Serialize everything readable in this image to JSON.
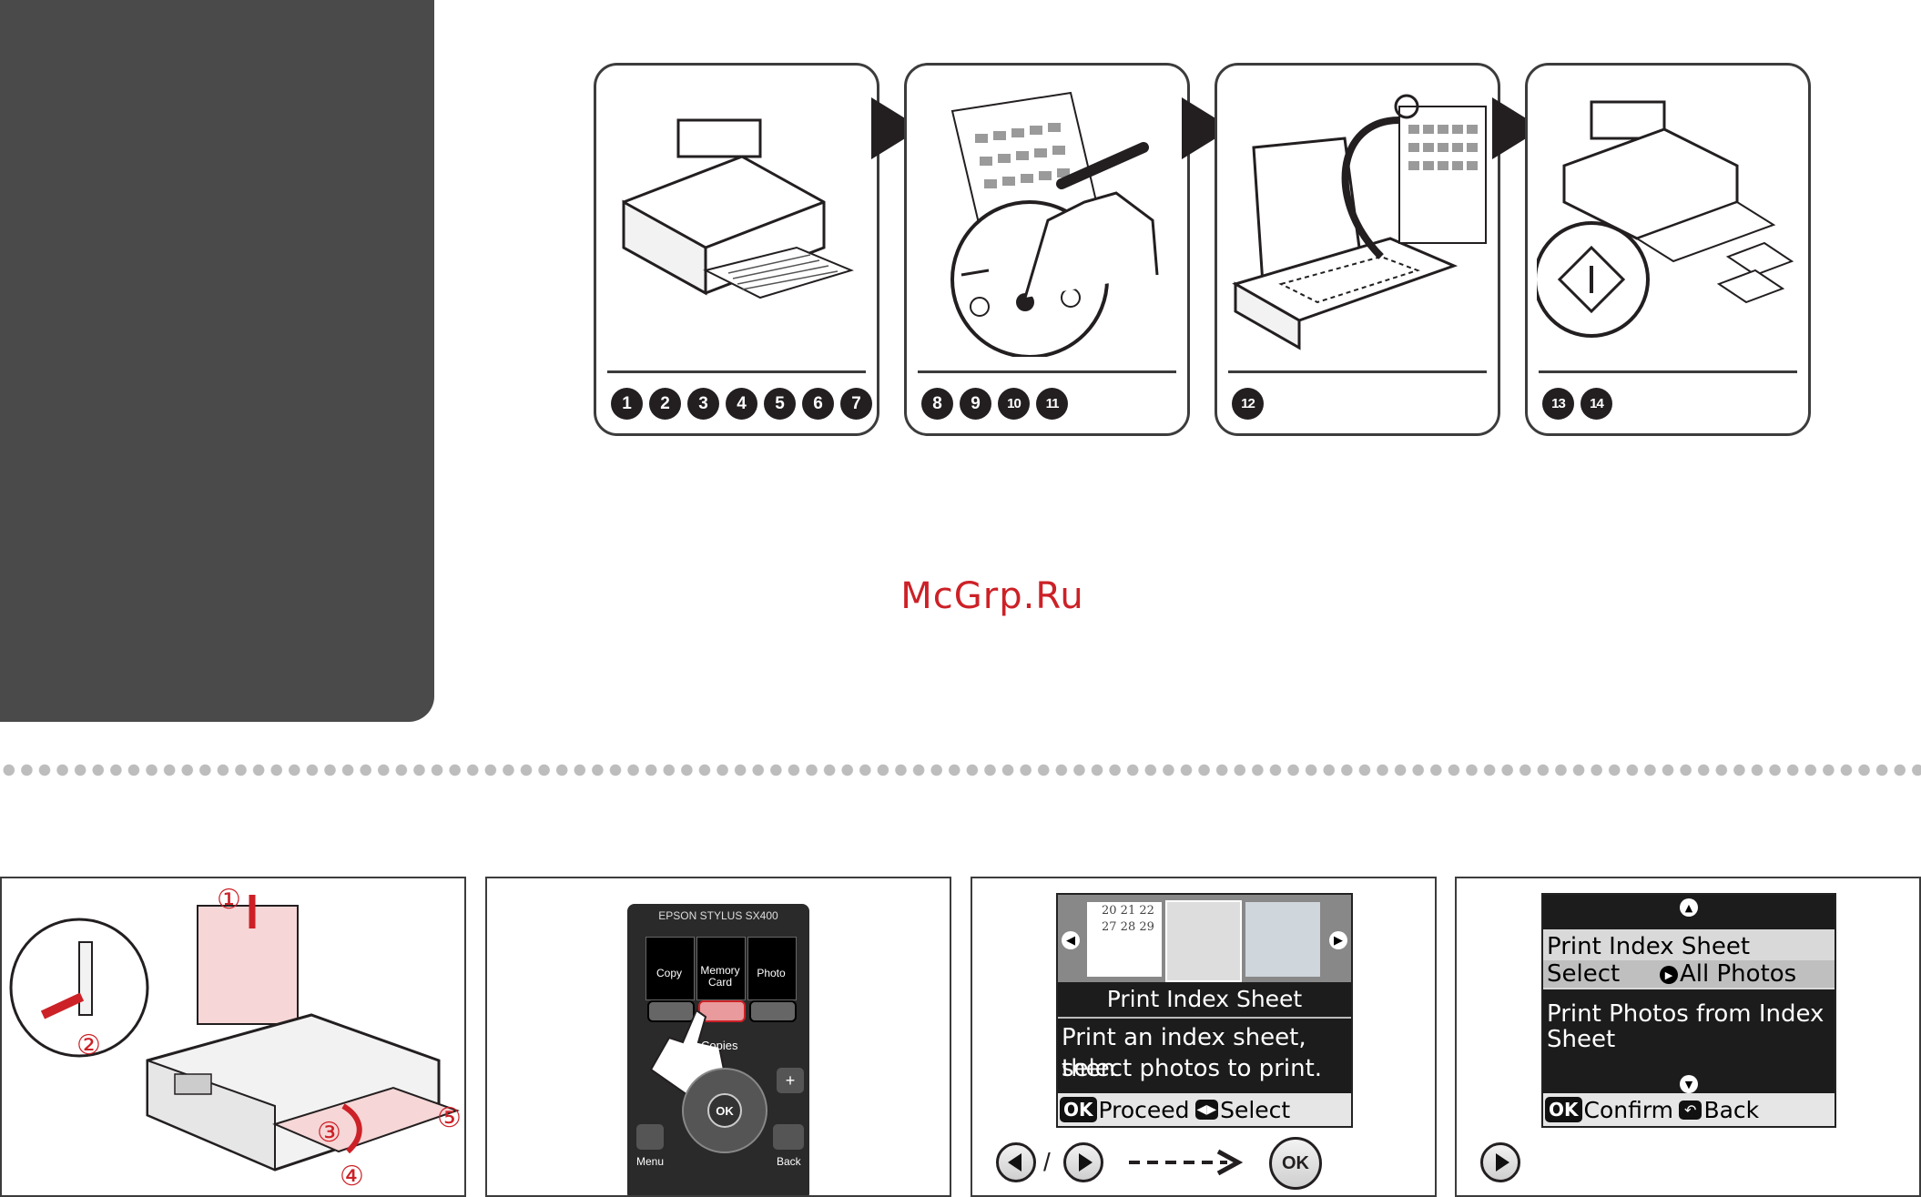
{
  "watermark": "McGrp.Ru",
  "steps": [
    {
      "badges": [
        "1",
        "2",
        "3",
        "4",
        "5",
        "6",
        "7"
      ]
    },
    {
      "badges": [
        "8",
        "9",
        "10",
        "11"
      ]
    },
    {
      "badges": [
        "12"
      ]
    },
    {
      "badges": [
        "13",
        "14"
      ]
    }
  ],
  "panel1": {
    "callouts": [
      "①",
      "②",
      "③",
      "④",
      "⑤"
    ]
  },
  "panel2": {
    "model": "EPSON STYLUS SX400",
    "buttons": [
      "Copy",
      "Memory Card",
      "Photo"
    ],
    "copies": "Copies",
    "menu": "Menu",
    "back": "Back",
    "ok": "OK",
    "plus": "+"
  },
  "panel3": {
    "calendar": [
      "20 21 22",
      "27 28 29"
    ],
    "title": "Print Index Sheet",
    "line1": "Print an index sheet, then",
    "line2": "select photos to print.",
    "ok": "OK",
    "proceed": "Proceed",
    "select": "Select",
    "slash": "/",
    "ok_button": "OK"
  },
  "panel4": {
    "row1": "Print Index Sheet",
    "row2_label": "Select",
    "row2_value": "All Photos",
    "row3_line1": "Print Photos from Index",
    "row3_line2": "Sheet",
    "ok": "OK",
    "confirm": "Confirm",
    "back": "Back"
  }
}
